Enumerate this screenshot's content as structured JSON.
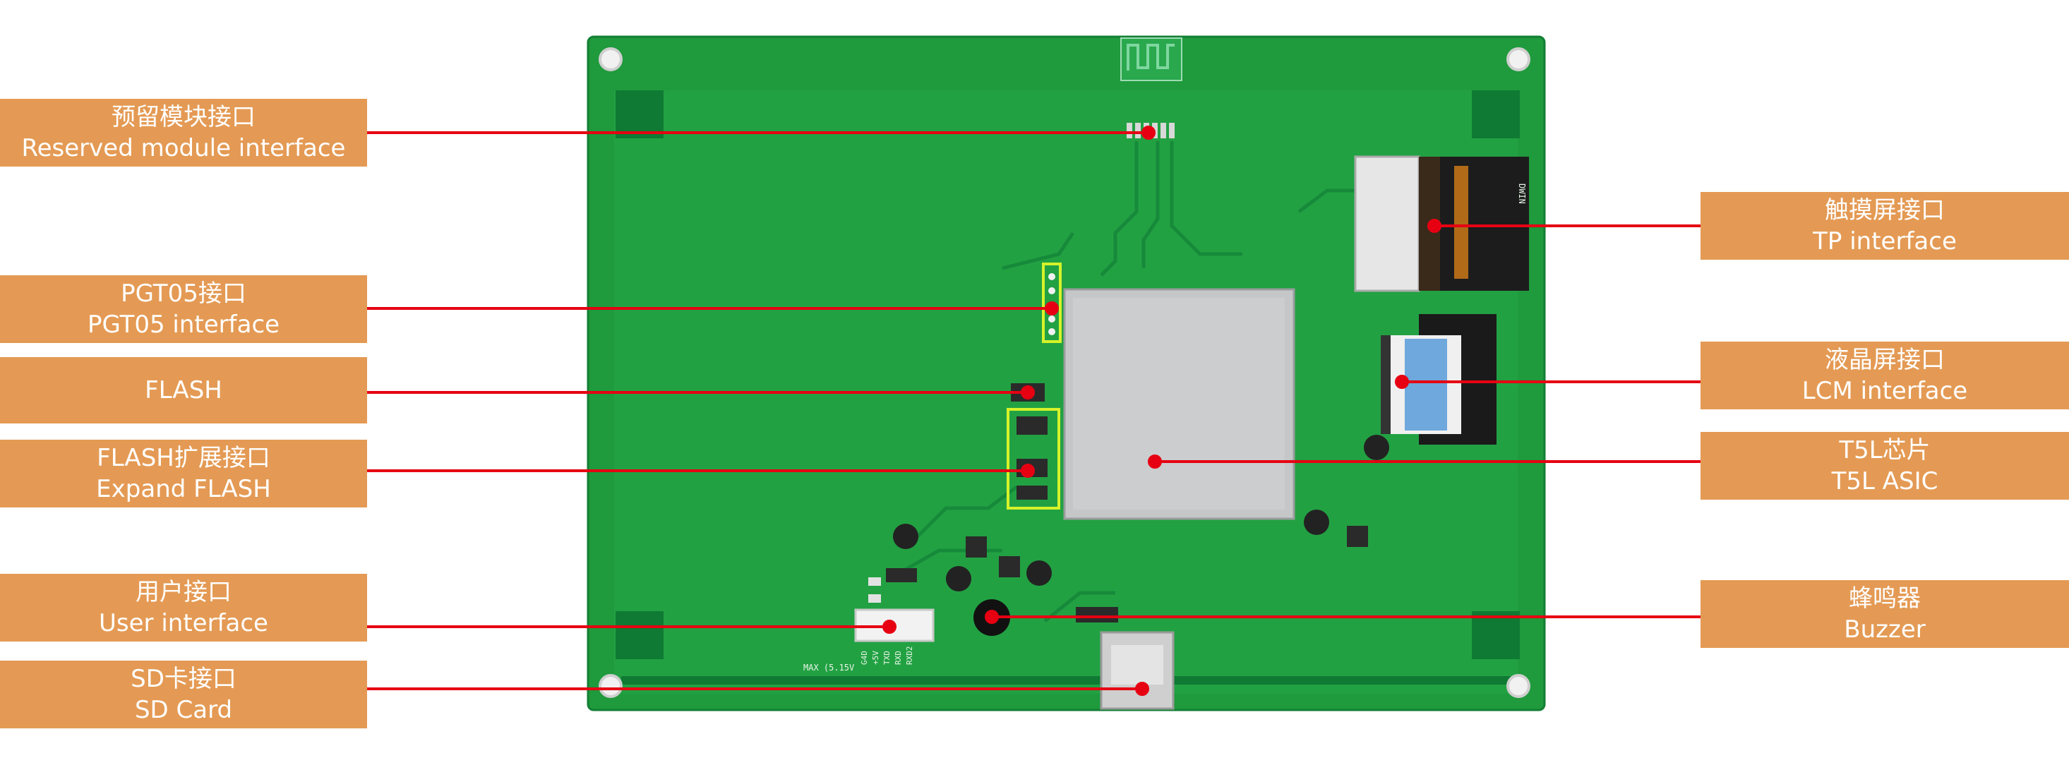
{
  "colors": {
    "label_bg": "#e49a54",
    "label_text": "#ffffff",
    "leader_line": "#e60012",
    "pcb_green": "#1f9a3c",
    "pcb_dark": "#12843a",
    "metal": "#c4c6c7"
  },
  "silkscreen": {
    "max_voltage": "MAX (5.15V",
    "pin_labels": [
      "G4D",
      "+5V",
      "TXD",
      "RXD",
      "RXD2"
    ],
    "brand": "DWIN"
  },
  "callouts": {
    "reserved": {
      "zh": "预留模块接口",
      "en": "Reserved module interface"
    },
    "pgt05": {
      "zh": "PGT05接口",
      "en": "PGT05 interface"
    },
    "flash": {
      "zh": "",
      "en": "FLASH"
    },
    "flash_expand": {
      "zh": "FLASH扩展接口",
      "en": "Expand FLASH"
    },
    "user": {
      "zh": "用户接口",
      "en": "User interface"
    },
    "sd": {
      "zh": "SD卡接口",
      "en": "SD Card"
    },
    "tp": {
      "zh": "触摸屏接口",
      "en": "TP interface"
    },
    "lcm": {
      "zh": "液晶屏接口",
      "en": "LCM interface"
    },
    "t5l": {
      "zh": "T5L芯片",
      "en": "T5L ASIC"
    },
    "buzzer": {
      "zh": "蜂鸣器",
      "en": "Buzzer"
    }
  }
}
